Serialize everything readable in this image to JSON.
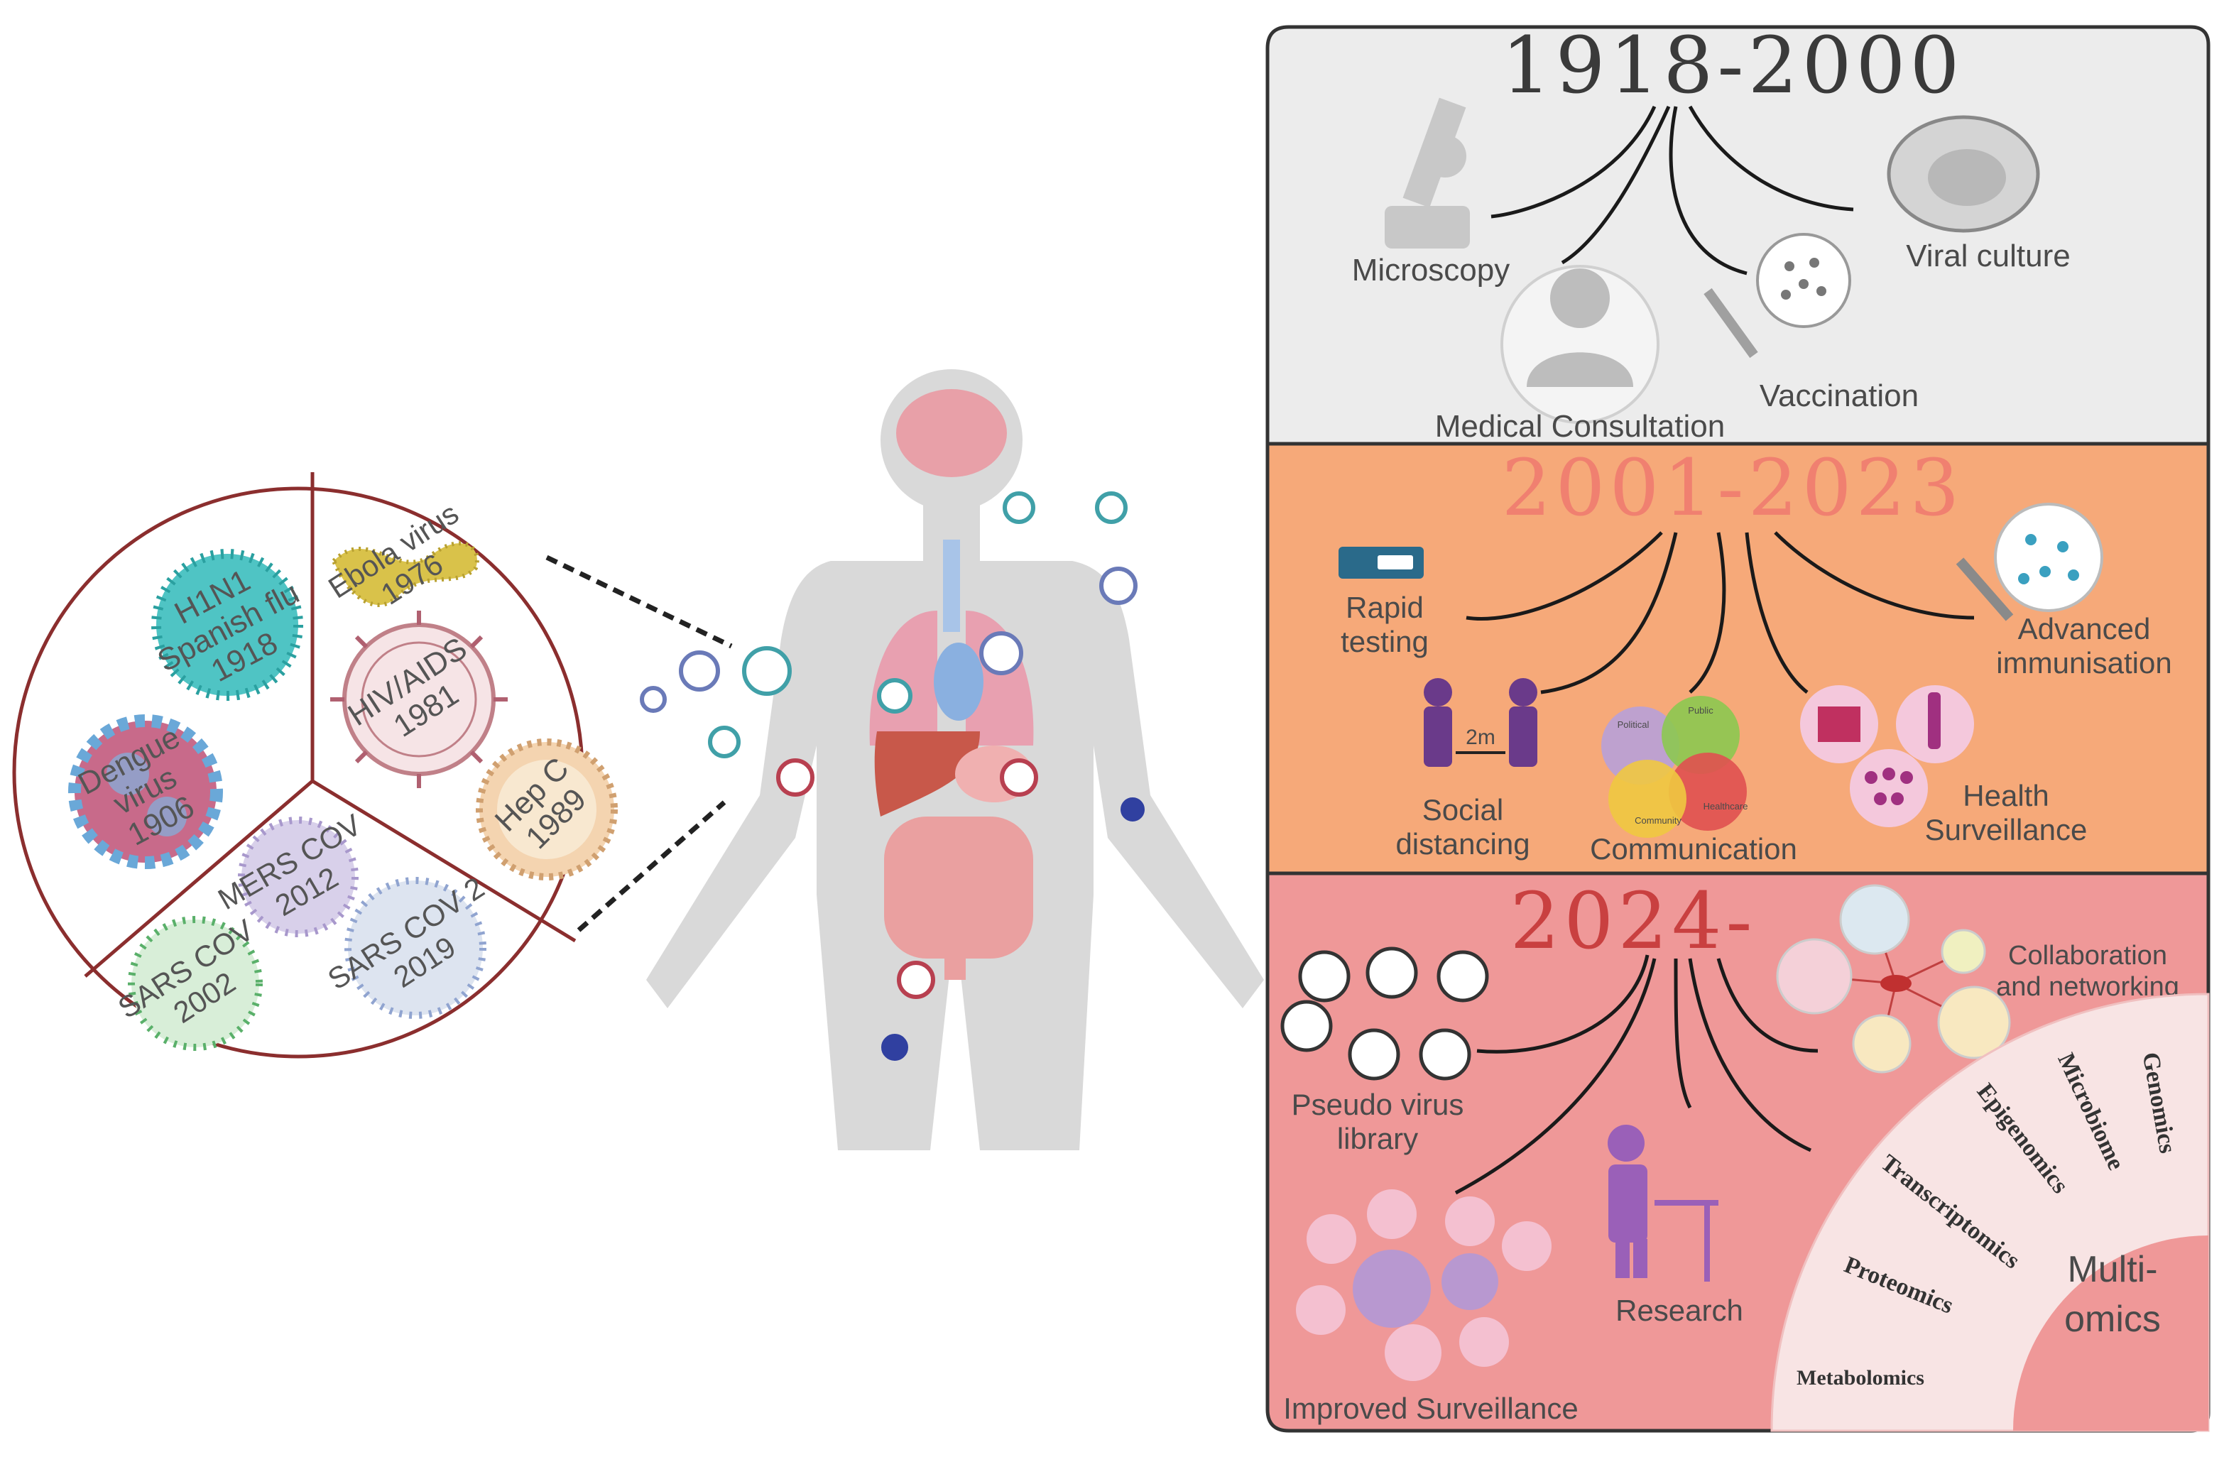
{
  "pie": {
    "segments": [
      {
        "name": "H1N1",
        "sub": "Spanish flu",
        "year": "1918"
      },
      {
        "name": "Dengue",
        "sub": "virus",
        "year": "1906"
      },
      {
        "name": "Ebola virus",
        "year": "1976"
      },
      {
        "name": "HIV/AIDS",
        "year": "1981"
      },
      {
        "name": "Hep C",
        "year": "1989"
      },
      {
        "name": "MERS COV",
        "year": "2012"
      },
      {
        "name": "SARS COV",
        "year": "2002"
      },
      {
        "name": "SARS COV 2",
        "year": "2019"
      }
    ]
  },
  "panels": {
    "era1": {
      "title": "1918-2000",
      "color": "#ececec",
      "items": {
        "microscopy": "Microscopy",
        "consultation": "Medical Consultation",
        "vaccination": "Vaccination",
        "culture": "Viral culture"
      }
    },
    "era2": {
      "title": "2001-2023",
      "color": "#f6a979",
      "items": {
        "rapid1": "Rapid",
        "rapid2": "testing",
        "distancing_marker": "2m",
        "distancing1": "Social",
        "distancing2": "distancing",
        "communication": "Communication",
        "comm_public": "Public",
        "comm_political": "Political",
        "comm_healthcare": "Healthcare",
        "comm_community": "Community",
        "health1": "Health",
        "health2": "Surveillance",
        "immun1": "Advanced",
        "immun2": "immunisation"
      }
    },
    "era3": {
      "title": "2024-",
      "color": "#ef9898",
      "items": {
        "pseudo1": "Pseudo virus",
        "pseudo2": "library",
        "improved": "Improved  Surveillance",
        "research": "Research",
        "collab1": "Collaboration",
        "collab2": "and networking",
        "multi1": "Multi-",
        "multi2": "omics",
        "omics": [
          "Genomics",
          "Microbiome",
          "Epigenomics",
          "Transcriptomics",
          "Proteomics",
          "Metabolomics"
        ]
      }
    }
  },
  "colors": {
    "pie_border": "#8b2e2e",
    "era2_title": "#f08070",
    "era3_title": "#c94040",
    "body": "#d9d9d9"
  }
}
